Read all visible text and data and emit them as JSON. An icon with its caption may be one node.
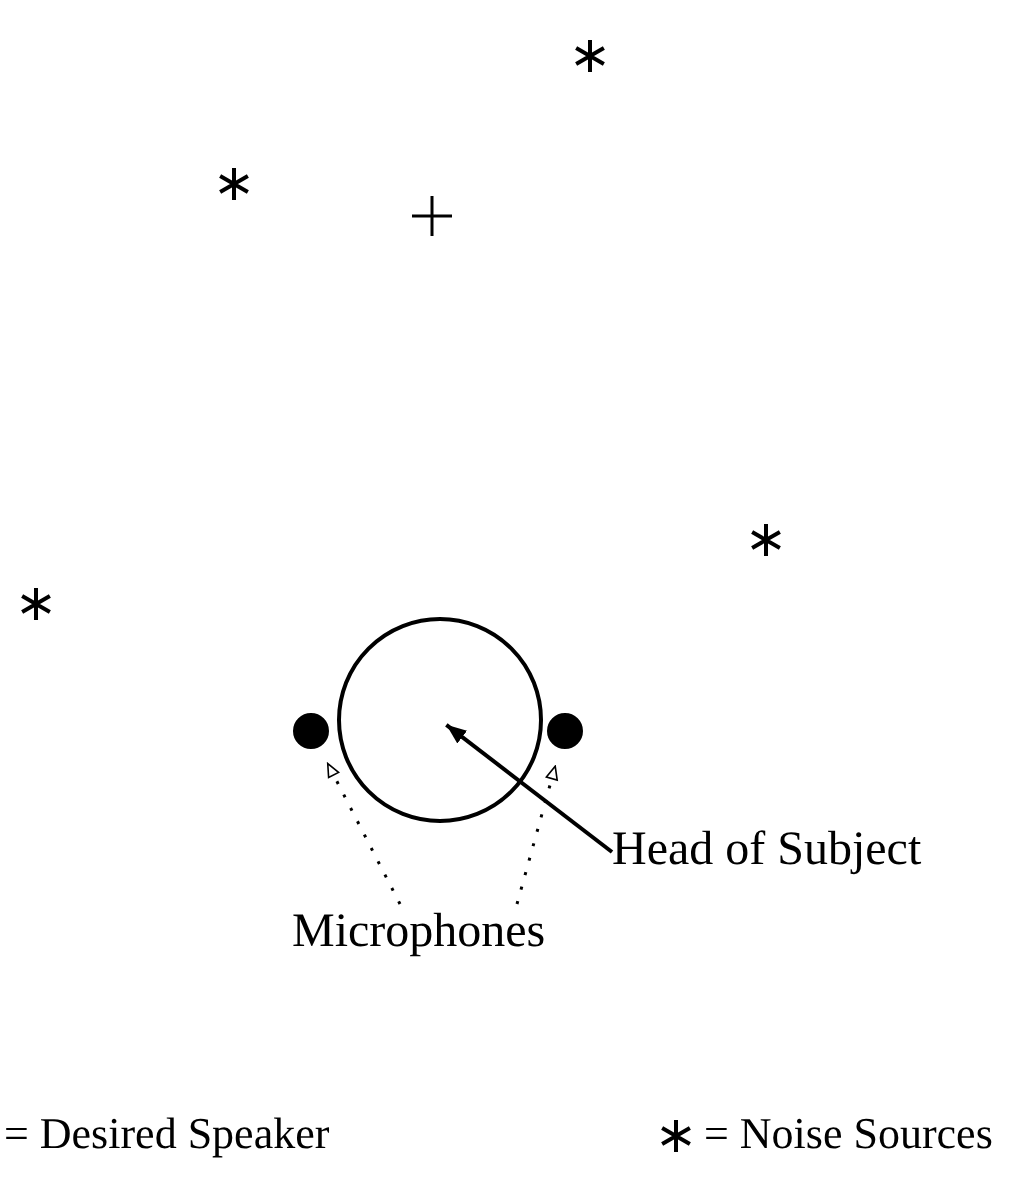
{
  "diagram": {
    "nodes": [
      {
        "text": [
          "Head of Subject"
        ]
      },
      {
        "text": [],
        "shape": "circle"
      },
      {
        "text": [
          "Microphones"
        ]
      },
      {
        "text": [],
        "shape": "circle"
      },
      {
        "text": [],
        "shape": "circle"
      }
    ],
    "edges": [
      {
        "from": 0,
        "to": 1,
        "arrow": "to"
      },
      {
        "from": 2,
        "to": 3,
        "arrow": "to",
        "style": "dashed"
      },
      {
        "from": 2,
        "to": 4,
        "arrow": "to",
        "style": "dashed"
      }
    ],
    "legend": [
      {
        "text": "= Desired Speaker"
      },
      {
        "text": "= Noise Sources"
      }
    ]
  }
}
